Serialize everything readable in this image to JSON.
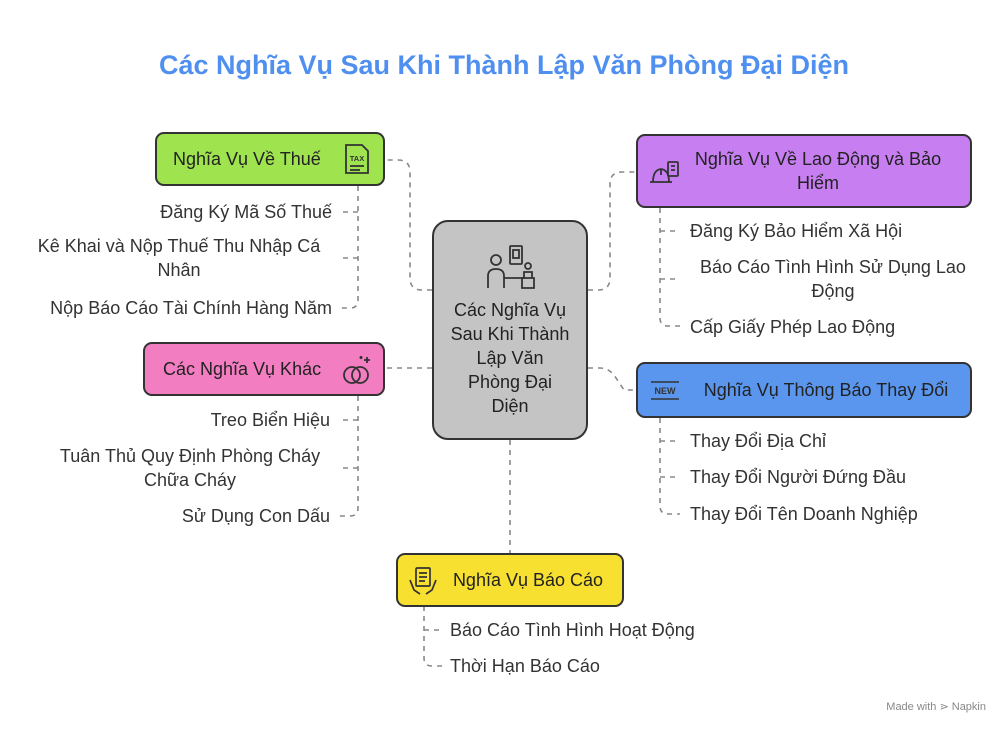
{
  "title": "Các Nghĩa Vụ Sau Khi Thành Lập Văn Phòng Đại Diện",
  "center": {
    "label": "Các Nghĩa Vụ Sau Khi Thành Lập Văn Phòng Đại Diện",
    "icon": "people-office-icon",
    "color": "#c4c4c4"
  },
  "branches": {
    "tax": {
      "label": "Nghĩa Vụ Về Thuế",
      "icon": "tax-document-icon",
      "icon_text": "TAX",
      "color": "#9fe34f",
      "items": [
        "Đăng Ký Mã Số Thuế",
        "Kê Khai và Nộp Thuế Thu Nhập Cá Nhân",
        "Nộp Báo Cáo Tài Chính Hàng Năm"
      ]
    },
    "labor": {
      "label": "Nghĩa Vụ Về Lao Động và Bảo Hiểm",
      "icon": "hard-hat-icon",
      "color": "#c77ef0",
      "items": [
        "Đăng Ký Bảo Hiểm Xã Hội",
        "Báo Cáo Tình Hình Sử Dụng Lao Động",
        "Cấp Giấy Phép Lao Động"
      ]
    },
    "other": {
      "label": "Các Nghĩa Vụ Khác",
      "icon": "rings-sparkle-icon",
      "color": "#f27dc0",
      "items": [
        "Treo Biển Hiệu",
        "Tuân Thủ Quy Định Phòng Cháy Chữa Cháy",
        "Sử Dụng Con Dấu"
      ]
    },
    "notice": {
      "label": "Nghĩa Vụ Thông Báo Thay Đổi",
      "icon": "new-badge-icon",
      "icon_text": "NEW",
      "color": "#5a96ee",
      "items": [
        "Thay Đổi Địa Chỉ",
        "Thay Đổi Người Đứng Đầu",
        "Thay Đổi Tên Doanh Nghiệp"
      ]
    },
    "report": {
      "label": "Nghĩa Vụ Báo Cáo",
      "icon": "report-hands-icon",
      "color": "#f7e030",
      "items": [
        "Báo Cáo Tình Hình Hoạt Động",
        "Thời Hạn Báo Cáo"
      ]
    }
  },
  "credit": "Made with ⋗ Napkin"
}
